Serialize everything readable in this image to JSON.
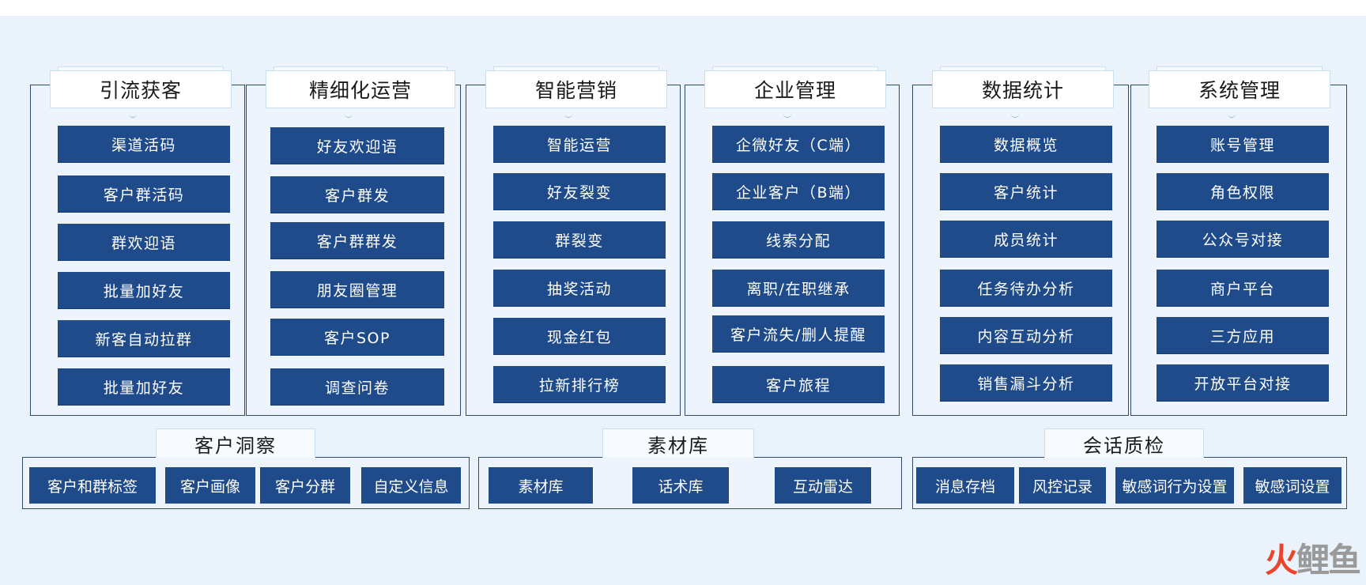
{
  "columns": [
    {
      "title": "引流获客",
      "items": [
        "渠道活码",
        "客户群活码",
        "群欢迎语",
        "批量加好友",
        "新客自动拉群",
        "批量加好友"
      ]
    },
    {
      "title": "精细化运营",
      "items": [
        "好友欢迎语",
        "客户群发",
        "客户群群发",
        "朋友圈管理",
        "客户SOP",
        "调查问卷"
      ]
    },
    {
      "title": "智能营销",
      "items": [
        "智能运营",
        "好友裂变",
        "群裂变",
        "抽奖活动",
        "现金红包",
        "拉新排行榜"
      ]
    },
    {
      "title": "企业管理",
      "items": [
        "企微好友（C端）",
        "企业客户（B端）",
        "线索分配",
        "离职/在职继承",
        "客户流失/删人提醒",
        "客户旅程"
      ]
    },
    {
      "title": "数据统计",
      "items": [
        "数据概览",
        "客户统计",
        "成员统计",
        "任务待办分析",
        "内容互动分析",
        "销售漏斗分析"
      ]
    },
    {
      "title": "系统管理",
      "items": [
        "账号管理",
        "角色权限",
        "公众号对接",
        "商户平台",
        "三方应用",
        "开放平台对接"
      ]
    }
  ],
  "bottom_groups": [
    {
      "title": "客户洞察",
      "items": [
        "客户和群标签",
        "客户画像",
        "客户分群",
        "自定义信息"
      ]
    },
    {
      "title": "素材库",
      "items": [
        "素材库",
        "话术库",
        "互动雷达"
      ]
    },
    {
      "title": "会话质检",
      "items": [
        "消息存档",
        "风控记录",
        "敏感词行为设置",
        "敏感词设置"
      ]
    }
  ],
  "watermark": {
    "part1": "火",
    "part2": "鲤鱼"
  }
}
